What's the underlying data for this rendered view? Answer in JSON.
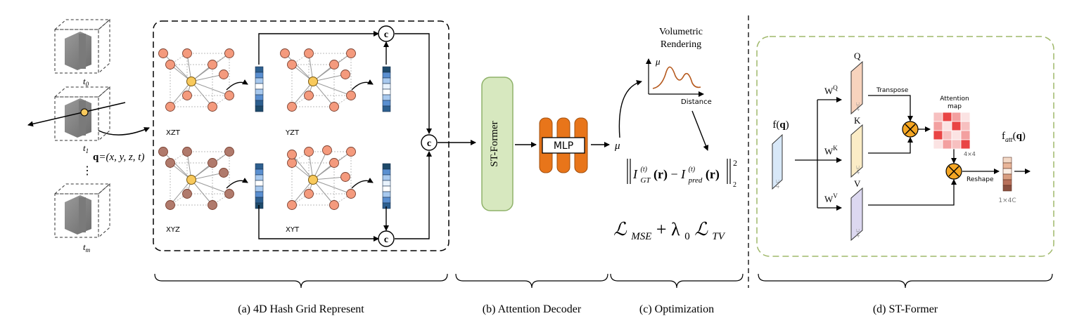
{
  "time_labels": {
    "t0": "t",
    "t0_sub": "0",
    "t1": "t",
    "t1_sub": "1",
    "dots": "⋮",
    "tm": "t",
    "tm_sub": "m"
  },
  "query": {
    "bold": "q",
    "rest": "=(x, y, z, t)"
  },
  "planes": {
    "xzt": "XZT",
    "yzt": "YZT",
    "xyz": "XYZ",
    "xyt": "XYT"
  },
  "concat_symbol": "c",
  "decoder": {
    "st_former": "ST-Former",
    "mlp": "MLP",
    "mu": "μ"
  },
  "optimization": {
    "volumetric": "Volumetric",
    "rendering": "Rendering",
    "mu_axis": "μ",
    "distance": "Distance",
    "loss_gt": "I",
    "loss_gt_sub": "GT",
    "loss_sup": "(t)",
    "loss_r": "(r)",
    "loss_minus": " − ",
    "loss_pred": "I",
    "loss_pred_sub": "pred",
    "loss_exp": "2",
    "loss_norm_sub": "2",
    "total_l1": "ℒ",
    "total_l1_sub": "MSE",
    "total_plus": " + λ",
    "total_lambda_sub": "0",
    "total_l2": "ℒ",
    "total_l2_sub": "TV"
  },
  "stformer": {
    "fq": "f(",
    "fq_bold": "q",
    "fq_close": ")",
    "fq_dim": "4×C",
    "wq": "W",
    "wq_sup": "Q",
    "wk": "W",
    "wk_sup": "K",
    "wv": "W",
    "wv_sup": "V",
    "q": "Q",
    "k": "K",
    "v": "V",
    "q_dim": "4×C",
    "k_dim": "4×C",
    "v_dim": "4×C",
    "transpose": "Transpose",
    "attention": "Attention",
    "map": "map",
    "att_dim": "4×4",
    "reshape": "Reshape",
    "fatt": "f",
    "fatt_sub": "att",
    "fatt_open": "(",
    "fatt_bold": "q",
    "fatt_close": ")",
    "fatt_dim": "1×4C"
  },
  "captions": {
    "a": "(a) 4D Hash Grid Represent",
    "b": "(b) Attention Decoder",
    "c": "(c) Optimization",
    "d": "(d) ST-Former"
  },
  "colors": {
    "salmon": "#f49a7d",
    "brown": "#b07a6c",
    "yellow": "#f8c95c",
    "orange": "#e8751a",
    "green_fill": "#d7e8bf",
    "green_stroke": "#8fb26a",
    "curve": "#b5581c",
    "q_fill": "#f7d3bd",
    "k_fill": "#fbecc6",
    "v_fill": "#dcd8f0",
    "f_fill": "#d8e8f8"
  },
  "attention_map": [
    [
      "#f7c0c0",
      "#e94545",
      "#f3a0a0",
      "#fbe3e3"
    ],
    [
      "#f3a0a0",
      "#fbe3e3",
      "#e94545",
      "#f7c0c0"
    ],
    [
      "#e94545",
      "#f7c0c0",
      "#fbe3e3",
      "#f3a0a0"
    ],
    [
      "#fbe3e3",
      "#f3a0a0",
      "#f7c0c0",
      "#e94545"
    ]
  ],
  "feature_vectors": [
    [
      "#2d5f8f",
      "#5a8fd0",
      "#a8c9ee",
      "#ffffff",
      "#a8c9ee",
      "#5a8fd0",
      "#2d5f8f",
      "#1e4a6a"
    ],
    [
      "#1e4a6a",
      "#5a8fd0",
      "#a8c9ee",
      "#e8f2fc",
      "#ffffff",
      "#a8c9ee",
      "#5a8fd0",
      "#2d5f8f"
    ]
  ],
  "fatt_vector": [
    "#f3d9c7",
    "#e9b69a",
    "#fbeee4",
    "#d99e80",
    "#b8705a",
    "#8a5040"
  ]
}
